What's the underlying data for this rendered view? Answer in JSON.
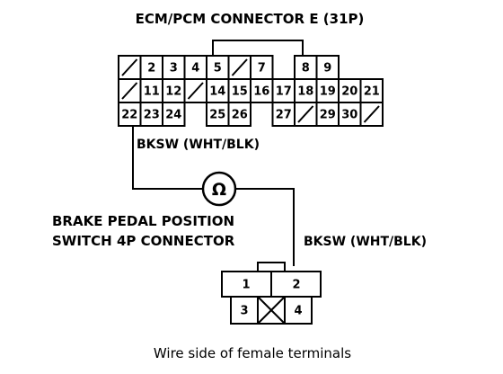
{
  "ecm_connector": {
    "title": "ECM/PCM CONNECTOR E (31P)",
    "row1": [
      "/",
      "2",
      "3",
      "4",
      "5",
      "/",
      "7",
      "",
      "8",
      "9"
    ],
    "row2": [
      "/",
      "11",
      "12",
      "/",
      "14",
      "15",
      "16",
      "17",
      "18",
      "19",
      "20",
      "21"
    ],
    "row3": [
      "22",
      "23",
      "24",
      "",
      "25",
      "26",
      "",
      "27",
      "/",
      "29",
      "30",
      "/"
    ]
  },
  "wire_top_label": "BKSW (WHT/BLK)",
  "meter_symbol": "Ω",
  "switch_connector": {
    "title_line1": "BRAKE PEDAL POSITION",
    "title_line2": "SWITCH 4P CONNECTOR",
    "pins": [
      "1",
      "2",
      "3",
      "",
      "4"
    ]
  },
  "wire_right_label": "BKSW (WHT/BLK)",
  "caption": "Wire side of female terminals"
}
